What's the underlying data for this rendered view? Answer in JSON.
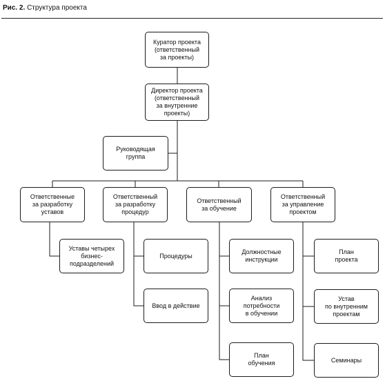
{
  "caption": {
    "prefix": "Рис. 2.",
    "title": "Структура проекта"
  },
  "nodes": {
    "curator": "Куратор проекта\n(ответственный\nза проекты)",
    "director": "Директор проекта\n(ответственный\nза внутренние\nпроекты)",
    "steering": "Руководящая\nгруппа",
    "charters_resp": "Ответственные\nза разработку\nуставов",
    "procedures_resp": "Ответственный\nза разработку\nпроцедур",
    "training_resp": "Ответственный\nза обучение",
    "management_resp": "Ответственный\nза управление\nпроектом",
    "charters_units": "Уставы четырех\nбизнес-\nподразделений",
    "procedures": "Процедуры",
    "implementation": "Ввод в действие",
    "job_instructions": "Должностные\nинструкции",
    "needs_analysis": "Анализ\nпотребности\nв обучении",
    "training_plan": "План\nобучения",
    "project_plan": "План\nпроекта",
    "internal_charter": "Устав\nпо внутренним\nпроектам",
    "seminars": "Семинары"
  }
}
